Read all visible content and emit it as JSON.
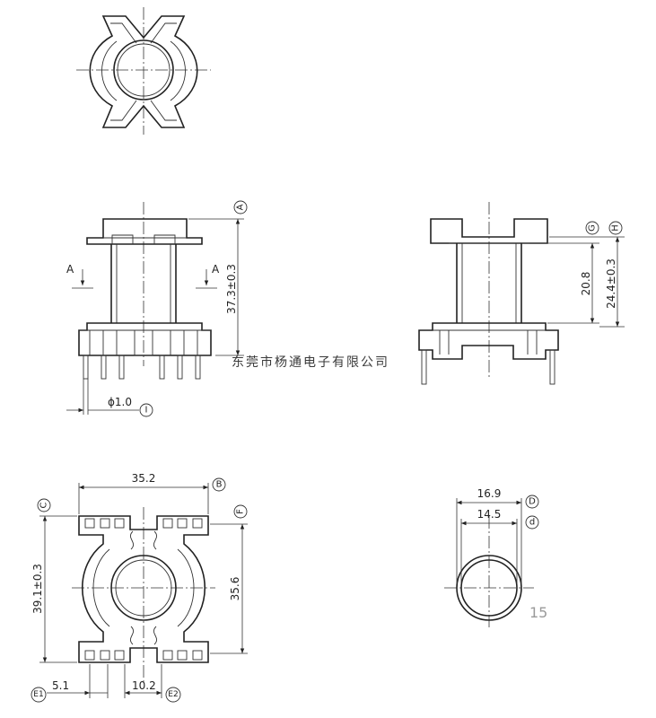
{
  "watermark": "东莞市杨通电子有限公司",
  "page_number": "15",
  "section_markers": {
    "left": "A",
    "right": "A"
  },
  "dimensions": {
    "height_overall": "37.3±0.3",
    "pin_diameter": "ϕ1.0",
    "width_overall": "35.2",
    "depth_overall": "39.1±0.3",
    "inner_height": "35.6",
    "window_height": "20.8",
    "flange_height": "24.4±0.3",
    "core_outer": "16.9",
    "core_inner": "14.5",
    "pin_pitch": "5.1",
    "row_spacing": "10.2"
  },
  "labels": {
    "A": "A",
    "B": "B",
    "C": "C",
    "D": "D",
    "d": "d",
    "F": "F",
    "G": "G",
    "H": "H",
    "I": "I",
    "E1": "E1",
    "E2": "E2"
  }
}
